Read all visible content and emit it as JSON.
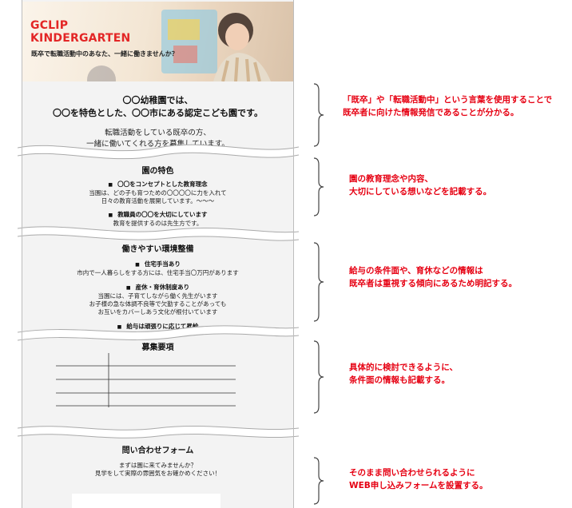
{
  "hero": {
    "brand_line1": "GCLIP",
    "brand_line2": "KINDERGARTEN",
    "tagline": "既卒で転職活動中のあなた、一緒に働きませんか？"
  },
  "intro": {
    "title_line1": "〇〇幼稚園では、",
    "title_line2": "〇〇を特色とした、〇〇市にある認定こども園です。",
    "body_line1": "転職活動をしている既卒の方、",
    "body_line2": "一緒に働いてくれる方を募集しています。"
  },
  "features": {
    "heading": "園の特色",
    "item1_title": "〇〇をコンセプトとした教育理念",
    "item1_line1": "当園は、どの子も育つための〇〇〇〇に力を入れて",
    "item1_line2": "日々の教育活動を展開しています。～～～",
    "item2_title": "教職員の〇〇を大切にしています",
    "item2_line1": "教育を提供するのは先生方です。"
  },
  "workplace": {
    "heading": "働きやすい環境整備",
    "item1_title": "住宅手当あり",
    "item1_line1": "市内で一人暮らしをする方には、住宅手当〇万円があります",
    "item2_title": "産休・育休制度あり",
    "item2_line1": "当園には、子育てしながら働く先生がいます",
    "item2_line2": "お子様の急な体調不良等で欠勤することがあっても",
    "item2_line3": "お互いをカバーしあう文化が根付いています",
    "item3_title": "給与は頑張りに応じて昇給"
  },
  "recruit": {
    "heading": "募集要項"
  },
  "contact": {
    "heading": "問い合わせフォーム",
    "line1": "まずは園に来てみませんか？",
    "line2": "見学をして実際の雰囲気をお確かめください！"
  },
  "notes": {
    "n1_line1": "「既卒」や「転職活動中」という言葉を使用することで",
    "n1_line2": "既卒者に向けた情報発信であることが分かる。",
    "n2_line1": "園の教育理念や内容、",
    "n2_line2": "大切にしている想いなどを記載する。",
    "n3_line1": "給与の条件面や、育休などの情報は",
    "n3_line2": "既卒者は重視する傾向にあるため明記する。",
    "n4_line1": "具体的に検討できるように、",
    "n4_line2": "条件面の情報も記載する。",
    "n5_line1": "そのまま問い合わせられるように",
    "n5_line2": "WEB申し込みフォームを設置する。"
  },
  "colors": {
    "accent_red": "#e60012",
    "page_bg": "#f3f3f3"
  }
}
